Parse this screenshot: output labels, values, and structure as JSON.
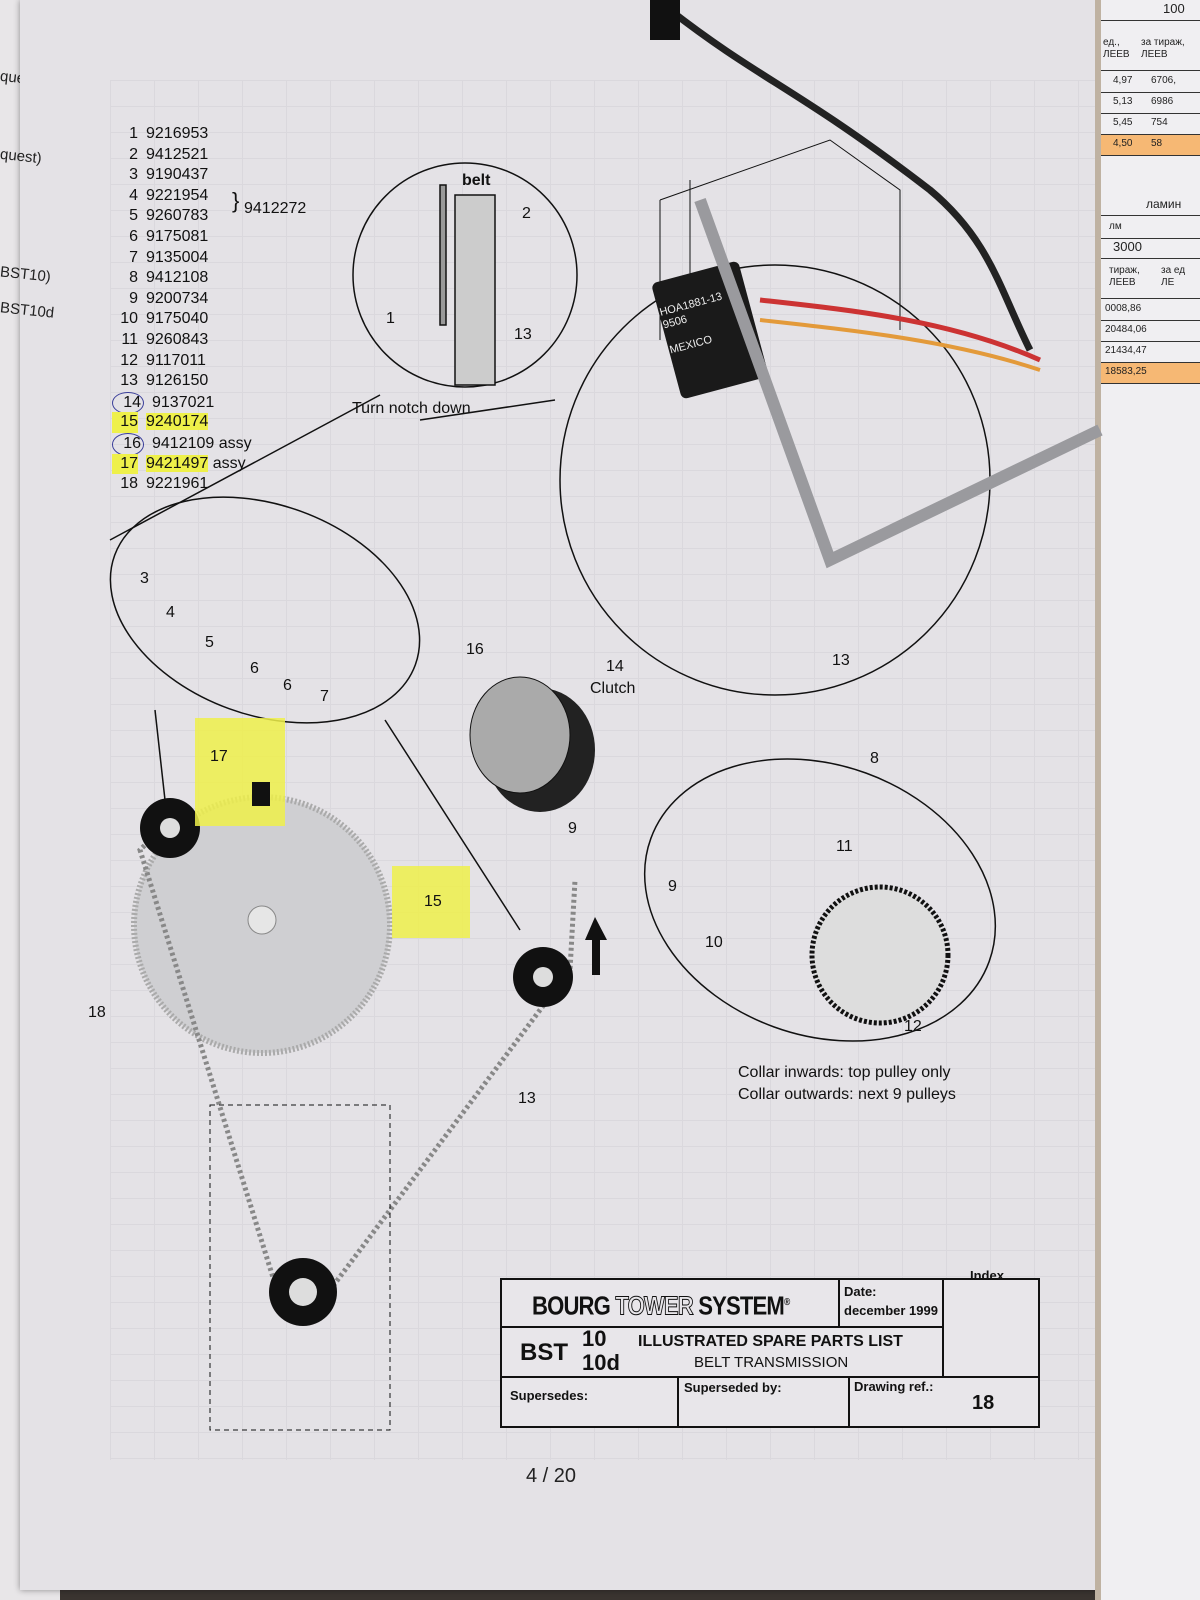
{
  "left_edge": [
    "quest)",
    "quest)",
    "BST10)",
    "BST10d"
  ],
  "parts_list": [
    {
      "n": "1",
      "part": "9216953"
    },
    {
      "n": "2",
      "part": "9412521"
    },
    {
      "n": "3",
      "part": "9190437"
    },
    {
      "n": "4",
      "part": "9221954"
    },
    {
      "n": "5",
      "part": "9260783"
    },
    {
      "n": "6",
      "part": "9175081"
    },
    {
      "n": "7",
      "part": "9135004"
    },
    {
      "n": "8",
      "part": "9412108"
    },
    {
      "n": "9",
      "part": "9200734"
    },
    {
      "n": "10",
      "part": "9175040"
    },
    {
      "n": "11",
      "part": "9260843"
    },
    {
      "n": "12",
      "part": "9117011"
    },
    {
      "n": "13",
      "part": "9126150"
    },
    {
      "n": "14",
      "part": "9137021"
    },
    {
      "n": "15",
      "part": "9240174"
    },
    {
      "n": "16",
      "part": "9412109",
      "suffix": "assy"
    },
    {
      "n": "17",
      "part": "9421497",
      "suffix": "assy"
    },
    {
      "n": "18",
      "part": "9221961"
    }
  ],
  "group_part": "9412272",
  "highlight_color": "#eef04a",
  "diagram_labels": {
    "belt": "belt",
    "d2": "2",
    "d1": "1",
    "d13a": "13",
    "turn_notch": "Turn notch down",
    "d3": "3",
    "d4": "4",
    "d5": "5",
    "d6a": "6",
    "d6b": "6",
    "d7": "7",
    "d16": "16",
    "d14": "14",
    "clutch": "Clutch",
    "d13b": "13",
    "d8": "8",
    "d17": "17",
    "d15": "15",
    "d9a": "9",
    "d11": "11",
    "d9b": "9",
    "d10": "10",
    "d12": "12",
    "d18": "18",
    "d13c": "13",
    "collar_in": "Collar inwards: top pulley only",
    "collar_out": "Collar outwards: next 9 pulleys"
  },
  "sensor_label": [
    "HOA1881-13",
    "9506",
    "MEXICO"
  ],
  "title_block": {
    "brand_bold1": "BOURG",
    "brand_outline": "TOWER",
    "brand_bold2": "SYSTEM",
    "registered": "®",
    "date_label": "Date:",
    "date_value": "december 1999",
    "index_label": "Index",
    "model_prefix": "BST",
    "model_a": "10",
    "model_b": "10d",
    "doc_title": "ILLUSTRATED SPARE PARTS LIST",
    "doc_subtitle": "BELT TRANSMISSION",
    "supersedes_label": "Supersedes:",
    "superseded_by_label": "Superseded by:",
    "drawing_ref_label": "Drawing ref.:",
    "drawing_ref_value": "18"
  },
  "page_number": "4 / 20",
  "right_sheet": {
    "top": "100",
    "hdr1": "ед.,",
    "hdr1b": "ЛЕЕВ",
    "hdr2": "за тираж,",
    "hdr2b": "ЛЕЕВ",
    "rows1": [
      [
        "4,97",
        "6706,"
      ],
      [
        "5,13",
        "6986"
      ],
      [
        "5,45",
        "754"
      ],
      [
        "4,50",
        "58"
      ]
    ],
    "section": "ламин",
    "sub": "лм",
    "qty": "3000",
    "hdr3": "тираж,",
    "hdr3b": "ЛЕЕВ",
    "hdr4": "за ед",
    "hdr4b": "ЛЕ",
    "rows2": [
      "0008,86",
      "20484,06",
      "21434,47",
      "18583,25"
    ]
  }
}
